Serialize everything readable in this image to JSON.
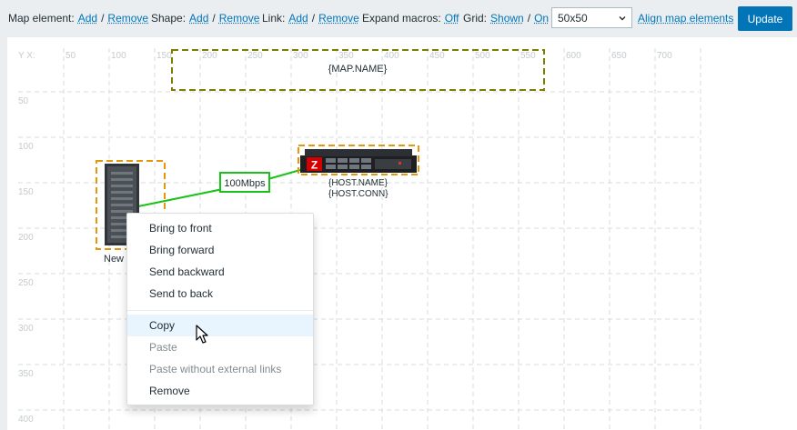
{
  "toolbar": {
    "map_element_label": "Map element:",
    "map_element_add": "Add",
    "map_element_remove": "Remove",
    "shape_label": "Shape:",
    "shape_add": "Add",
    "shape_remove": "Remove",
    "link_label": "Link:",
    "link_add": "Add",
    "link_remove": "Remove",
    "expand_macros_label": "Expand macros:",
    "expand_macros_value": "Off",
    "grid_label": "Grid:",
    "grid_shown": "Shown",
    "grid_on": "On",
    "separator": "/",
    "grid_size": "50x50",
    "align_label": "Align map elements",
    "update_label": "Update"
  },
  "map": {
    "axis_origin_label": "Y X:",
    "x_ticks": [
      "50",
      "100",
      "150",
      "200",
      "250",
      "300",
      "350",
      "400",
      "450",
      "500",
      "550",
      "600",
      "650",
      "700"
    ],
    "y_ticks": [
      "50",
      "100",
      "150",
      "200",
      "250",
      "300",
      "350",
      "400"
    ],
    "title_shape_text": "{MAP.NAME}",
    "link_label": "100Mbps",
    "host_label_line1": "{HOST.NAME}",
    "host_label_line2": "{HOST.CONN}",
    "server_label": "New",
    "colors": {
      "link": "#19c219",
      "selection": "#e6960a",
      "shape_border": "#7d7d00",
      "grid": "#d7dbdd"
    }
  },
  "context_menu": {
    "items": [
      {
        "label": "Bring to front",
        "disabled": false
      },
      {
        "label": "Bring forward",
        "disabled": false
      },
      {
        "label": "Send backward",
        "disabled": false
      },
      {
        "label": "Send to back",
        "disabled": false
      },
      {
        "label": "Copy",
        "disabled": false,
        "hover": true
      },
      {
        "label": "Paste",
        "disabled": true
      },
      {
        "label": "Paste without external links",
        "disabled": true
      },
      {
        "label": "Remove",
        "disabled": false
      }
    ]
  }
}
